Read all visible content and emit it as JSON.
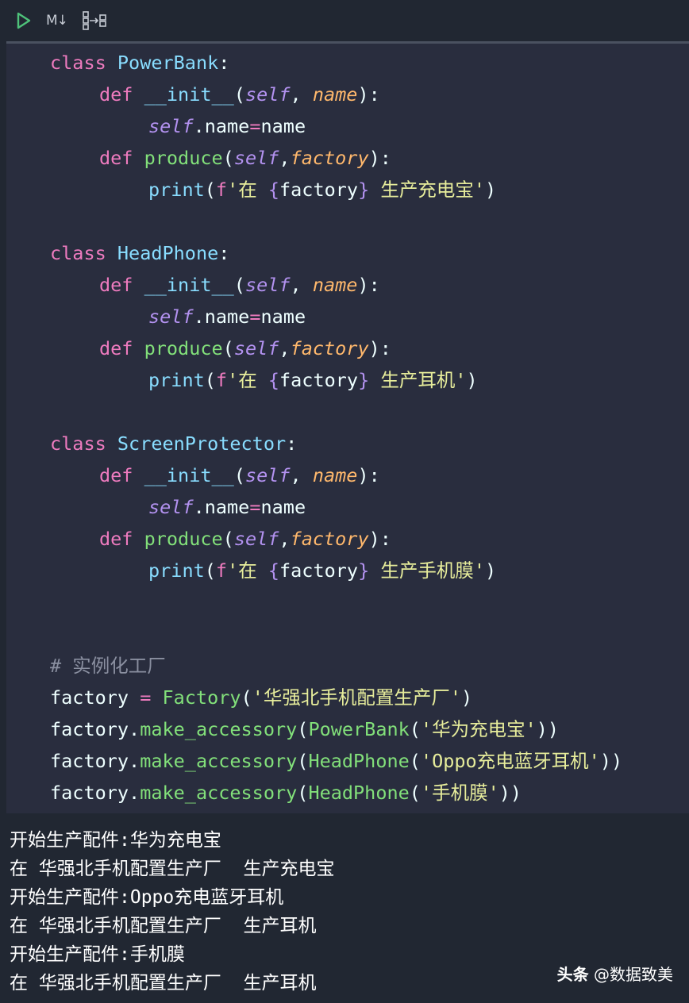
{
  "toolbar": {
    "run_icon": "play-icon",
    "markdown_label": "M↓",
    "outline_icon": "outline-icon"
  },
  "code": {
    "class1": {
      "kw": "class",
      "name": "PowerBank",
      "colon": ":"
    },
    "class2": {
      "kw": "class",
      "name": "HeadPhone",
      "colon": ":"
    },
    "class3": {
      "kw": "class",
      "name": "ScreenProtector",
      "colon": ":"
    },
    "def_kw": "def",
    "init_name": "__init__",
    "produce_name": "produce",
    "self": "self",
    "name_param": "name",
    "factory_param": "factory",
    "assign_rest": ".name",
    "assign_eq": "=",
    "assign_val": "name",
    "print_fn": "print",
    "fstr_prefix": "f",
    "str_zai": "'在 ",
    "brace_open": "{",
    "factory_var": "factory",
    "brace_close": "}",
    "str_powerbank_tail": " 生产充电宝'",
    "str_headphone_tail": " 生产耳机'",
    "str_screen_tail": " 生产手机膜'",
    "comment": "# 实例化工厂",
    "factory_assign_lhs": "factory ",
    "factory_assign_eq": "=",
    "factory_cls": " Factory",
    "factory_arg": "'华强北手机配置生产厂'",
    "call_obj": "factory",
    "call_method": "make_accessory",
    "call1_cls": "PowerBank",
    "call1_arg": "'华为充电宝'",
    "call2_cls": "HeadPhone",
    "call2_arg": "'Oppo充电蓝牙耳机'",
    "call3_cls": "HeadPhone",
    "call3_arg": "'手机膜'"
  },
  "output": {
    "lines": [
      "开始生产配件:华为充电宝",
      "在 华强北手机配置生产厂  生产充电宝",
      "开始生产配件:Oppo充电蓝牙耳机",
      "在 华强北手机配置生产厂  生产耳机",
      "开始生产配件:手机膜",
      "在 华强北手机配置生产厂  生产耳机"
    ]
  },
  "watermark": {
    "brand": "头条",
    "handle": " @数据致美"
  }
}
